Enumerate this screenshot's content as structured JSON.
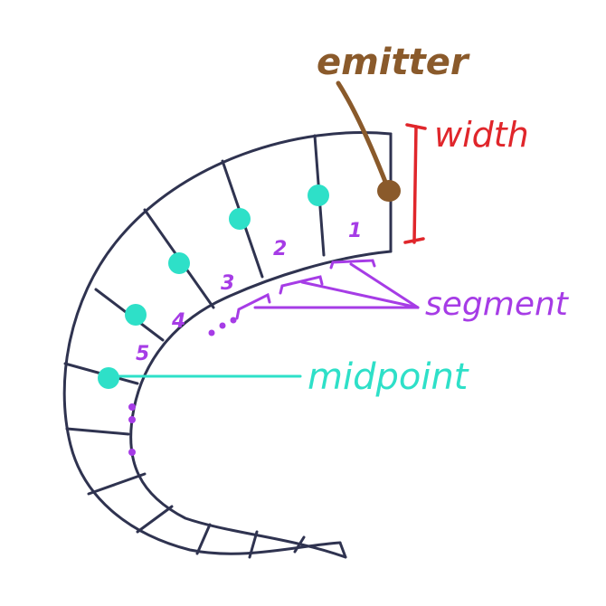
{
  "labels": {
    "emitter": "emitter",
    "width": "width",
    "segment": "segment",
    "midpoint": "midpoint"
  },
  "segment_numbers": [
    "1",
    "2",
    "3",
    "4",
    "5"
  ],
  "colors": {
    "outline": "#2f3350",
    "emitter": "#8a5a2b",
    "width": "#e0262b",
    "segment": "#a63ce6",
    "midpoint": "#2ee0c8"
  }
}
